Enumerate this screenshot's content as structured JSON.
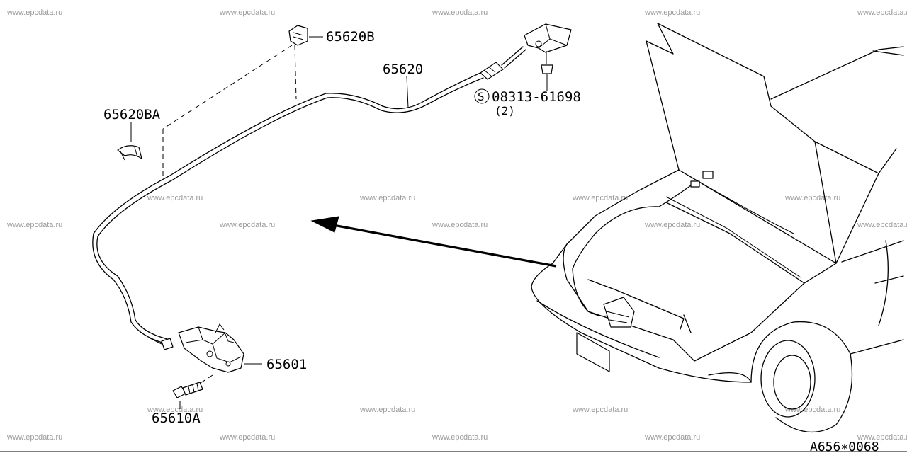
{
  "watermark": "www.epcdata.ru",
  "labels": {
    "clip_b": "65620B",
    "cable": "65620",
    "clip_ba": "65620BA",
    "screw": "08313-61698",
    "screw_prefix": "S",
    "screw_qty": "(2)",
    "lock": "65601",
    "bolt": "65610A"
  },
  "reference": "A656∗0068"
}
